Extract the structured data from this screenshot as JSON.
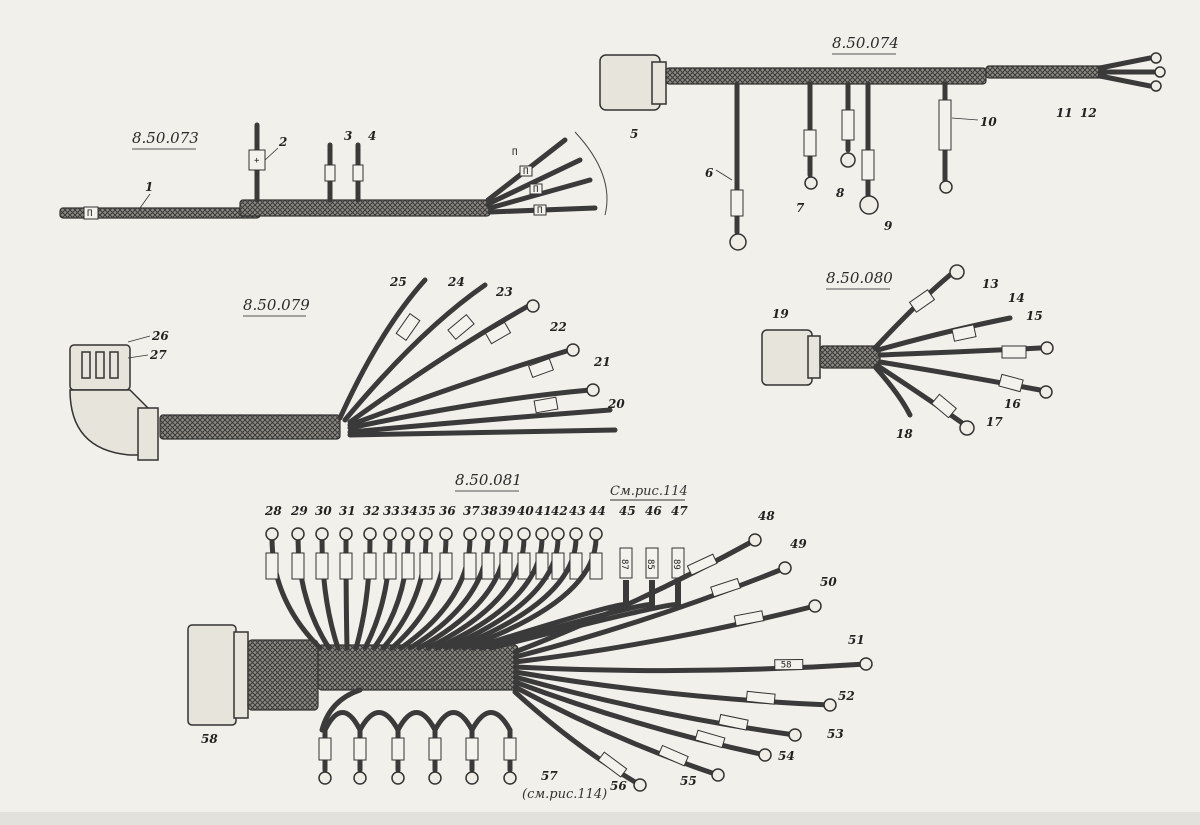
{
  "assemblies": [
    {
      "id": "h073",
      "part_no": "8.50.073",
      "callouts": [
        "1",
        "2",
        "3",
        "4"
      ]
    },
    {
      "id": "h074",
      "part_no": "8.50.074",
      "callouts": [
        "5",
        "6",
        "7",
        "8",
        "9",
        "10",
        "11",
        "12"
      ]
    },
    {
      "id": "h079",
      "part_no": "8.50.079",
      "callouts": [
        "20",
        "21",
        "22",
        "23",
        "24",
        "25",
        "26",
        "27"
      ]
    },
    {
      "id": "h080",
      "part_no": "8.50.080",
      "callouts": [
        "13",
        "14",
        "15",
        "16",
        "17",
        "18",
        "19"
      ]
    },
    {
      "id": "h081",
      "part_no": "8.50.081",
      "top_callouts": [
        "28",
        "29",
        "30",
        "31",
        "32",
        "33",
        "34",
        "35",
        "36",
        "37",
        "38",
        "39",
        "40",
        "41",
        "42",
        "43",
        "44",
        "45",
        "46",
        "47"
      ],
      "right_callouts": [
        "48",
        "49",
        "50",
        "51",
        "52",
        "53",
        "54",
        "55",
        "56"
      ],
      "connector_callout": "58",
      "loop_callout": "57",
      "top_note": "См.рис.114",
      "bottom_note": "(см.рис.114)"
    }
  ],
  "sleeve_tags": {
    "h073": [
      "+",
      "П",
      "П",
      "П",
      "П",
      "П"
    ],
    "h081_top": [
      "87",
      "85",
      "89"
    ],
    "h081_right": [
      "58"
    ]
  }
}
